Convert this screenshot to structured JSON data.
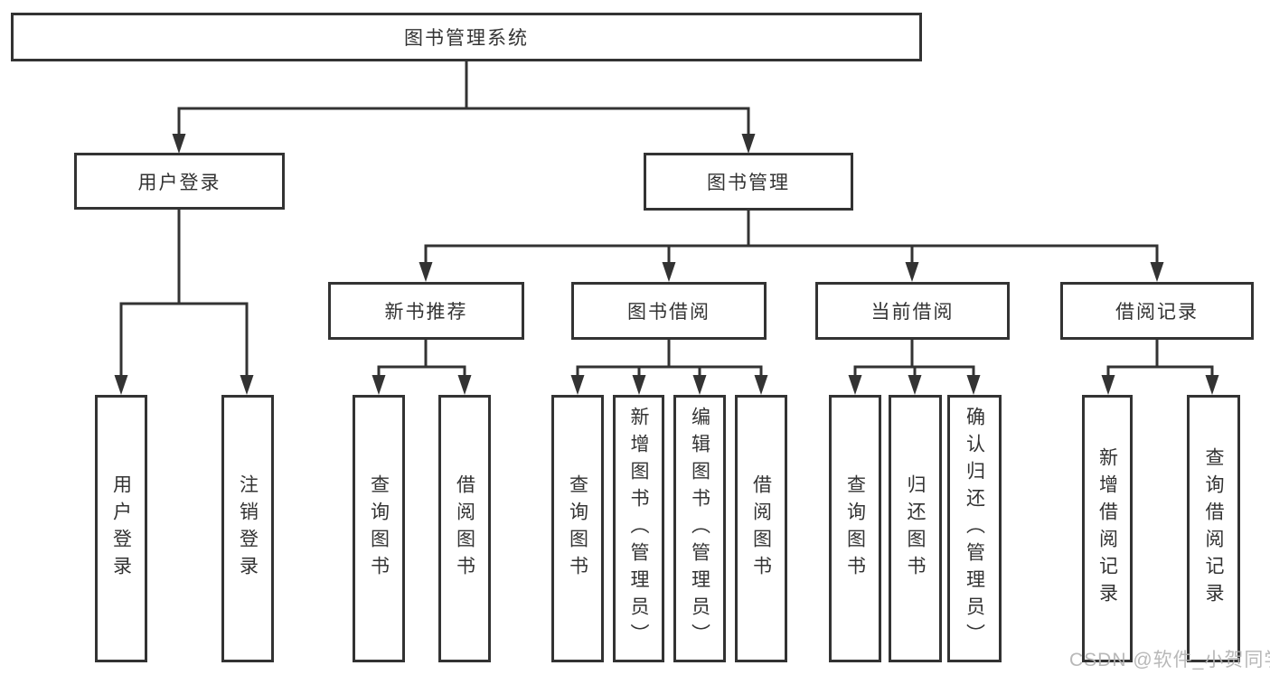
{
  "watermark": "CSDN @软件_小贺同学",
  "colors": {
    "line": "#333333",
    "box_border": "#333333",
    "text": "#333333",
    "watermark": "#b2b2b2",
    "background": "#ffffff"
  },
  "tree": {
    "root": {
      "label": "图书管理系统",
      "children": [
        {
          "label": "用户登录",
          "children": [
            {
              "label": "用户登录"
            },
            {
              "label": "注销登录"
            }
          ]
        },
        {
          "label": "图书管理",
          "children": [
            {
              "label": "新书推荐",
              "children": [
                {
                  "label": "查询图书"
                },
                {
                  "label": "借阅图书"
                }
              ]
            },
            {
              "label": "图书借阅",
              "children": [
                {
                  "label": "查询图书"
                },
                {
                  "label": "新增图书（管理员）"
                },
                {
                  "label": "编辑图书（管理员）"
                },
                {
                  "label": "借阅图书"
                }
              ]
            },
            {
              "label": "当前借阅",
              "children": [
                {
                  "label": "查询图书"
                },
                {
                  "label": "归还图书"
                },
                {
                  "label": "确认归还（管理员）"
                }
              ]
            },
            {
              "label": "借阅记录",
              "children": [
                {
                  "label": "新增借阅记录"
                },
                {
                  "label": "查询借阅记录"
                }
              ]
            }
          ]
        }
      ]
    }
  }
}
